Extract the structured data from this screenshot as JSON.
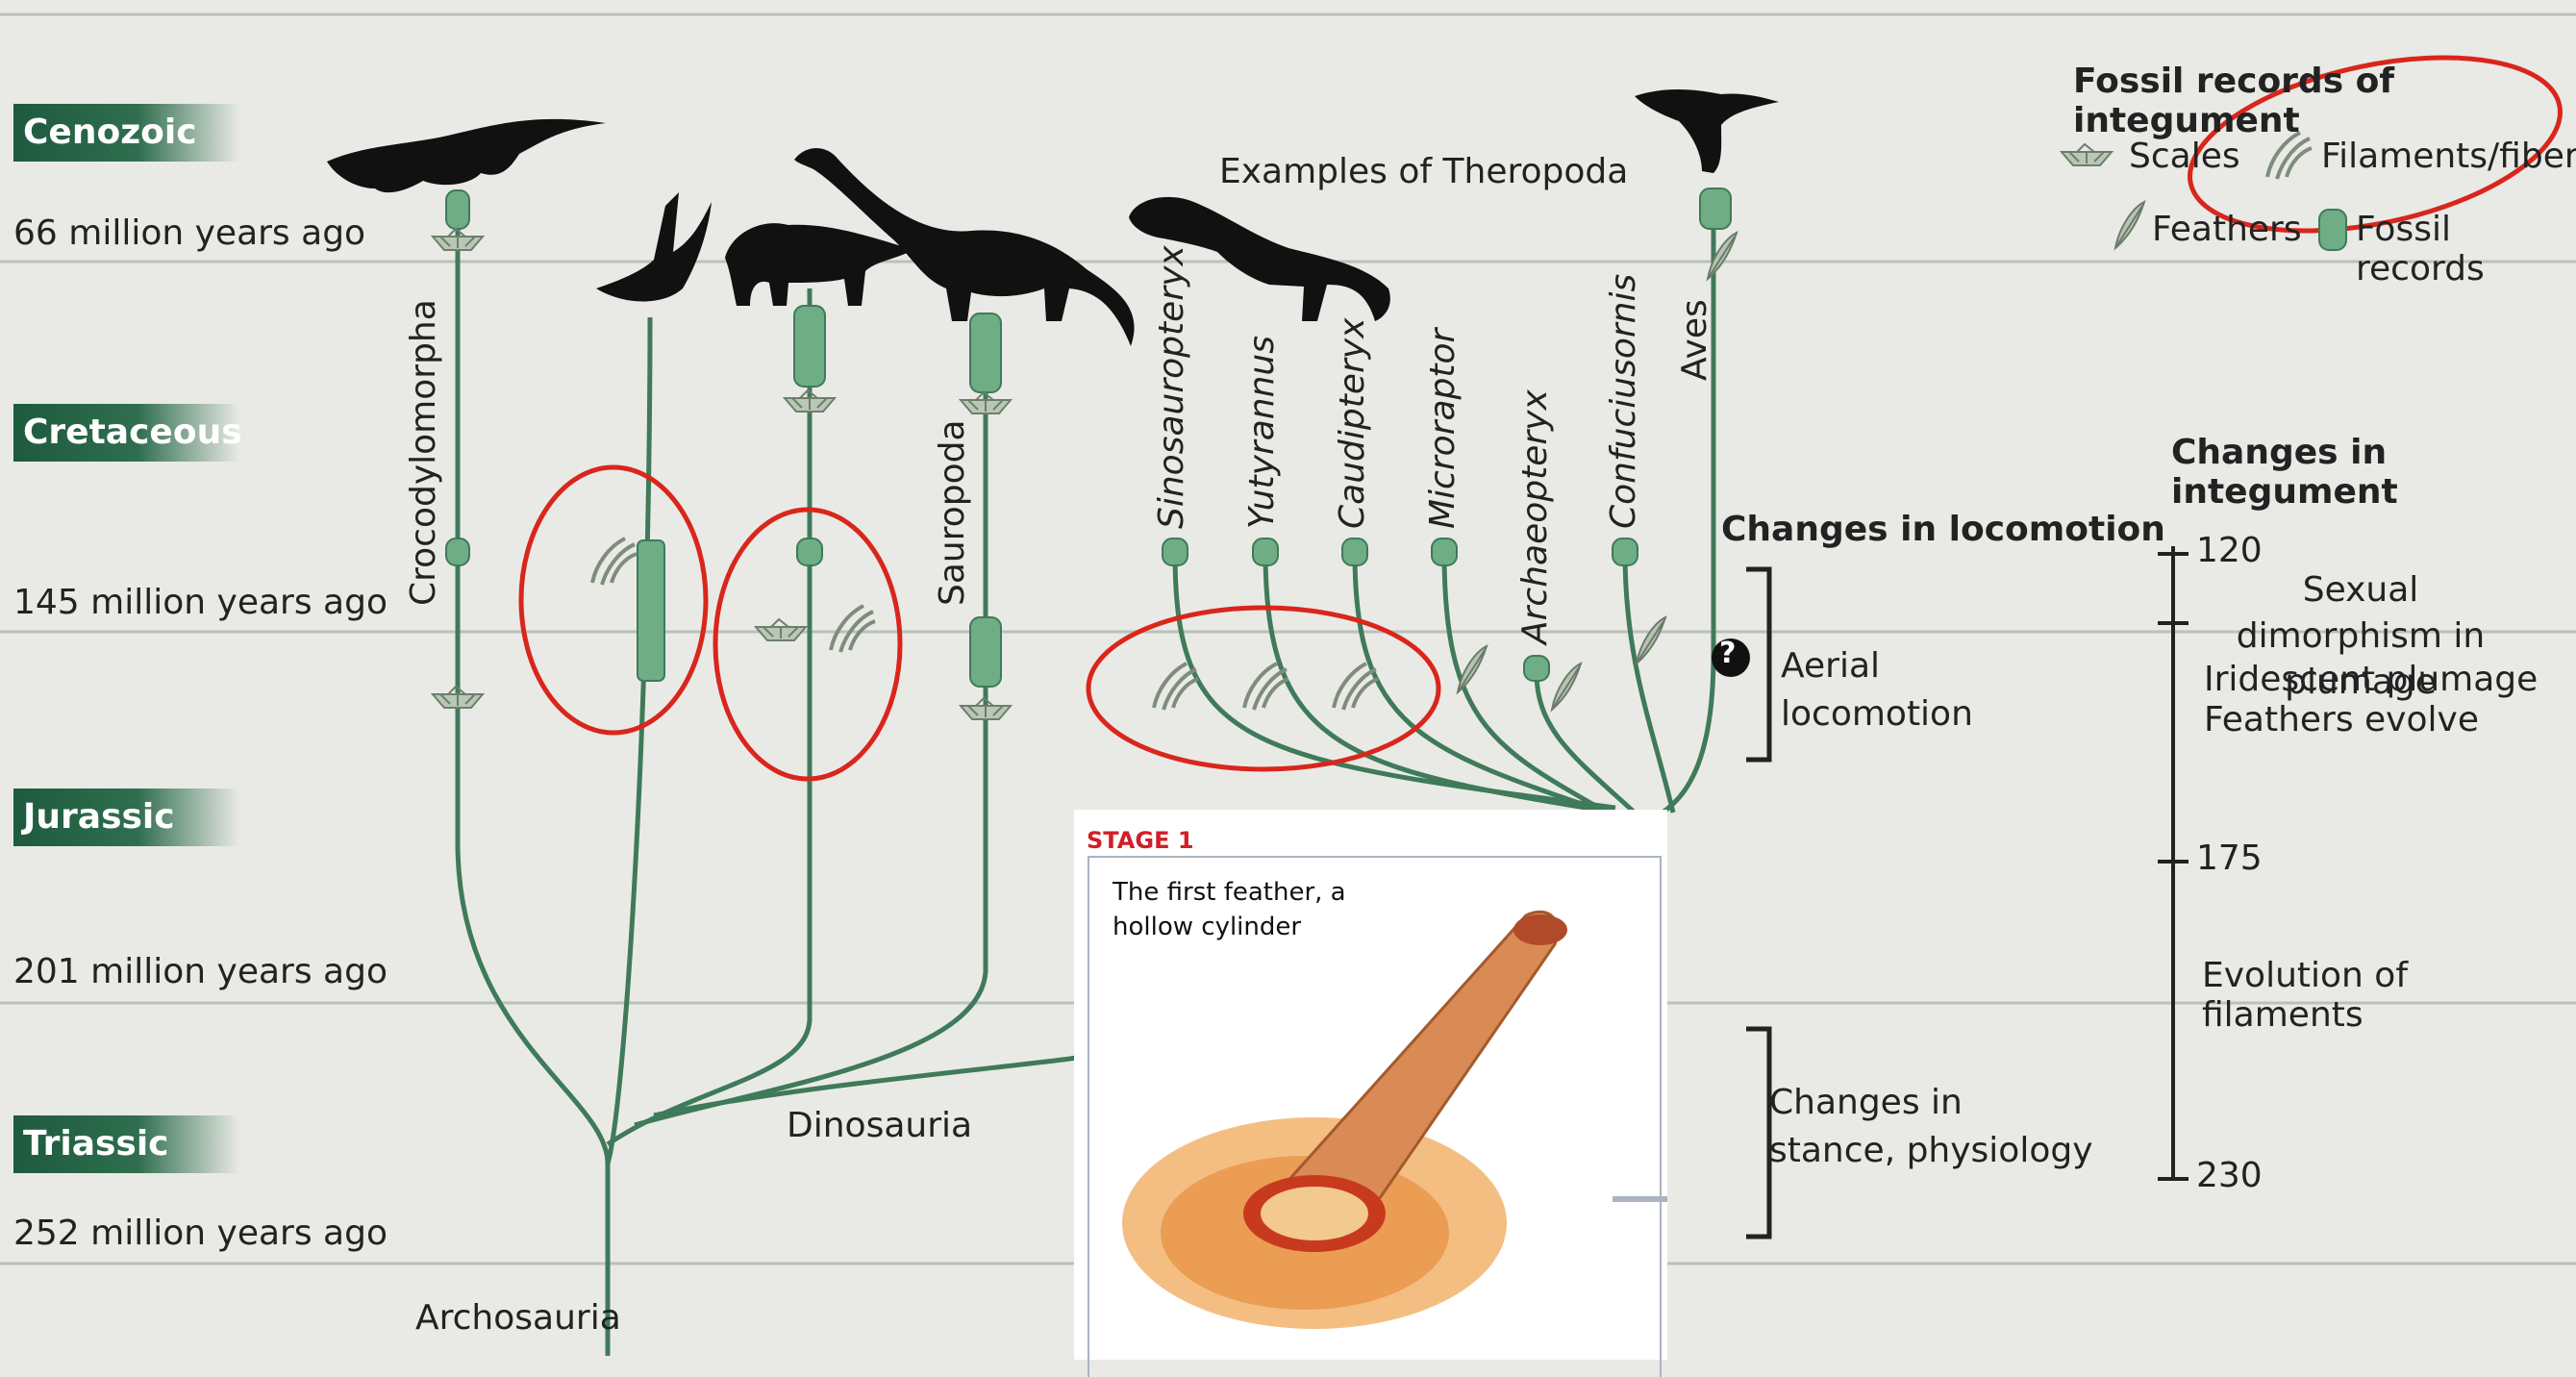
{
  "eras": [
    {
      "name": "Cenozoic",
      "ago": "66 million years ago"
    },
    {
      "name": "Cretaceous",
      "ago": "145 million years ago"
    },
    {
      "name": "Jurassic",
      "ago": "201 million years ago"
    },
    {
      "name": "Triassic",
      "ago": "252 million years ago"
    }
  ],
  "legend": {
    "title": "Fossil records of integument",
    "scales": "Scales",
    "filaments": "Filaments/fibers",
    "feathers": "Feathers",
    "fossil_records": "Fossil records"
  },
  "clades": {
    "crocodylomorpha": "Crocodylomorpha",
    "sauropoda": "Sauropoda",
    "dinosauria": "Dinosauria",
    "archosauria": "Archosauria",
    "theropoda_examples": "Examples of Theropoda",
    "taxa": [
      "Sinosauropteryx",
      "Yutyrannus",
      "Caudipteryx",
      "Microraptor",
      "Archaeopteryx",
      "Confuciusornis",
      "Aves"
    ]
  },
  "locomotion": {
    "title": "Changes in locomotion",
    "question": "?",
    "aerial": "Aerial locomotion",
    "stance": "Changes in stance, physiology"
  },
  "integument": {
    "title": "Changes in integument",
    "ticks": [
      "120",
      "175",
      "230"
    ],
    "sexual": "Sexual dimorphism in plumage",
    "iridescent": "Iridescent plumage",
    "feathers_evolve": "Feathers evolve",
    "filaments": "Evolution of filaments"
  },
  "inset": {
    "stage": "STAGE 1",
    "caption": "The first feather, a hollow cylinder"
  },
  "colors": {
    "branch": "#3f7a5a",
    "marker": "#6fad85",
    "era_bg": "#1e5a3e",
    "highlight": "#d9261c",
    "silhouette": "#111111"
  }
}
